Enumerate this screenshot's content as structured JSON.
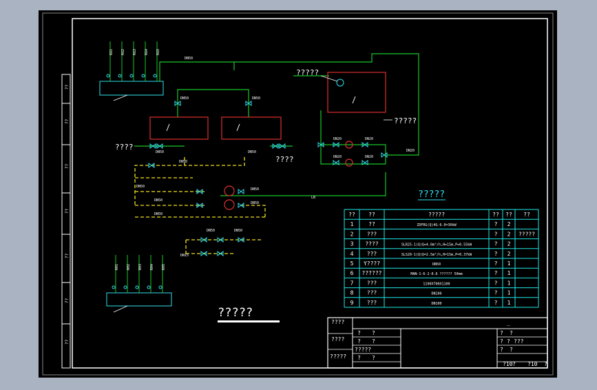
{
  "page": {
    "outer_bg": "#a9b3c1",
    "sheet_bg": "#000000",
    "colors": {
      "frame": "#ffffff",
      "supply_line": "#18c828",
      "return_line": "#f0e020",
      "equipment": "#e03030",
      "valve": "#30e0f0",
      "text": "#ffffff",
      "table_line": "#20e8e8"
    }
  },
  "diagram": {
    "title": "?????",
    "legend_title": "?????",
    "callouts": {
      "top_right": "?????",
      "tank_lower": "?????",
      "left_mid": "????",
      "right_mid": "????"
    },
    "pipe_labels": [
      "DN50",
      "DN50",
      "DN50",
      "DN50",
      "DN50",
      "DN50",
      "DN50",
      "DN50",
      "DN20",
      "DN20",
      "DN20",
      "DN20",
      "DN20",
      "DN50",
      "DN50",
      "DN50",
      "DN50",
      "DN50",
      "LB",
      "DN15"
    ],
    "manifold_top_labels": [
      "RG1",
      "RG2",
      "RG3",
      "RG4",
      "RG5"
    ],
    "manifold_bottom_labels": [
      "RH1",
      "RH2",
      "RH3",
      "RH4",
      "RH5"
    ]
  },
  "table": {
    "headers": [
      "??",
      "??",
      "?????",
      "??",
      "??",
      "??"
    ],
    "rows": [
      [
        "1",
        "??",
        "ZDFRG(Q)4G-6.0=30kW",
        "?",
        "2",
        ""
      ],
      [
        "2",
        "???",
        "",
        "?",
        "2",
        "?????"
      ],
      [
        "3",
        "????",
        "SLR25-1(Q)Q=4.0m³/h,H=15m,P=0.55kW",
        "?",
        "2",
        ""
      ],
      [
        "4",
        "???",
        "SLS20-1(Q)Q=2.5m³/h,H=15m,P=0.37kW",
        "?",
        "2",
        ""
      ],
      [
        "5",
        "Y????",
        "DN50",
        "?",
        "1",
        ""
      ],
      [
        "6",
        "??????",
        "MAN-1-6-2-0.6 ?????? 50mm",
        "?",
        "1",
        ""
      ],
      [
        "7",
        "???",
        "1100X700X1100",
        "?",
        "1",
        ""
      ],
      [
        "8",
        "???",
        "DN100",
        "?",
        "1",
        ""
      ],
      [
        "9",
        "???",
        "DN100",
        "?",
        "1",
        ""
      ]
    ]
  },
  "title_block": {
    "left_cells": [
      "????",
      "????",
      "?????"
    ],
    "mid_cells": [
      "?",
      "?",
      "?",
      "?",
      "?????",
      "?",
      "?"
    ],
    "right_cells": [
      "_",
      "?",
      "?",
      "?",
      "?",
      "???",
      "?",
      "?",
      "?10",
      "?",
      "?10",
      "?"
    ]
  },
  "margin_labels": [
    "??",
    "??",
    "??",
    "??",
    "??",
    "??",
    "??"
  ]
}
